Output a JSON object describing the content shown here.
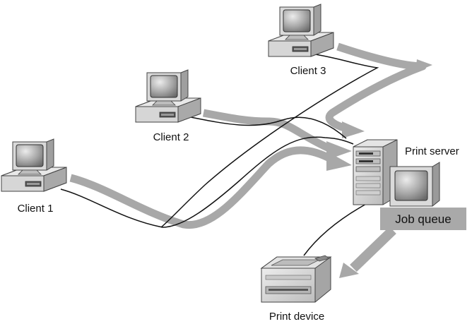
{
  "labels": {
    "client1": "Client 1",
    "client2": "Client 2",
    "client3": "Client 3",
    "print_server": "Print server",
    "job_queue": "Job queue",
    "print_device": "Print device"
  },
  "colors": {
    "flow_arrow": "#a8a8a8",
    "job_queue_bg": "#a9a9a9",
    "cable": "#111111",
    "case_light": "#e6e6e6",
    "case_mid": "#c8c8c8",
    "case_dark": "#9a9a9a",
    "screen": "#7a7a7a",
    "screen_glare": "#e8e8e8"
  },
  "icons": {
    "client1": "desktop-computer-icon",
    "client2": "desktop-computer-icon",
    "client3": "desktop-computer-icon",
    "print_server": "tower-server-icon",
    "print_device": "laser-printer-icon"
  }
}
